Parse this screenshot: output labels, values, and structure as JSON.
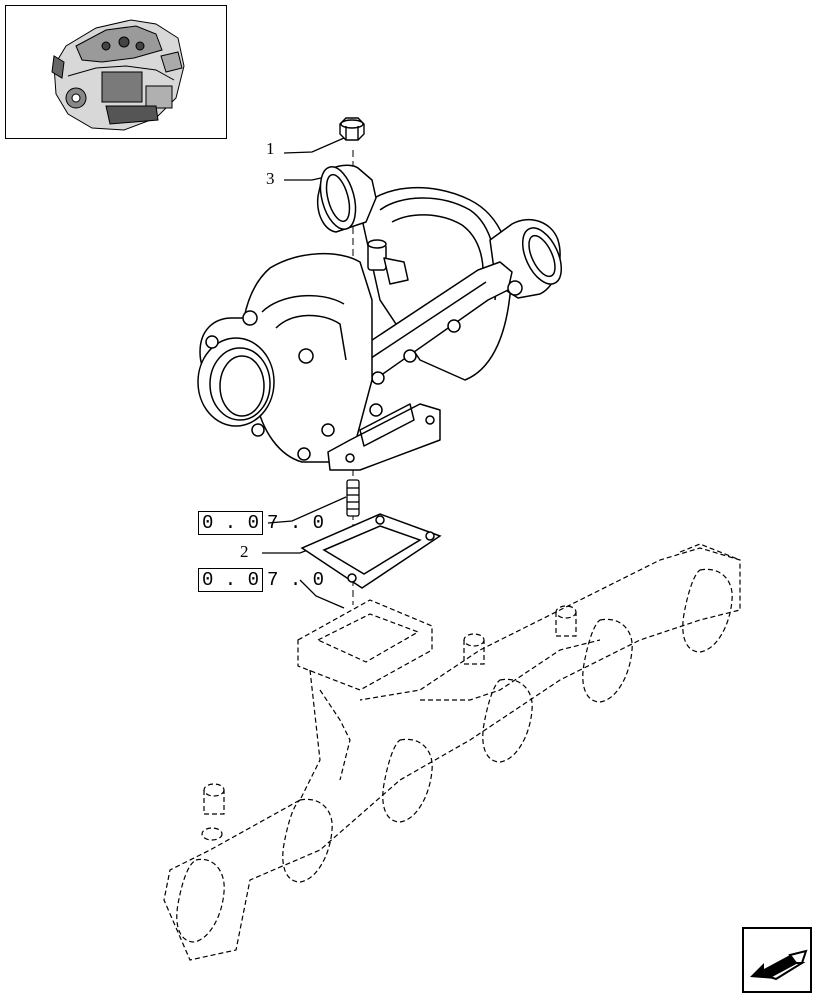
{
  "callouts": [
    {
      "id": "1",
      "label": "1"
    },
    {
      "id": "3",
      "label": "3"
    },
    {
      "id": "2",
      "label": "2"
    }
  ],
  "references": [
    {
      "boxed": "0 . 0",
      "tail": "7 . 0"
    },
    {
      "boxed": "0 . 0",
      "tail": "7 . 0"
    }
  ],
  "icons": {
    "thumbnail": "engine-thumbnail-icon",
    "nav": "next-page-arrow-icon"
  }
}
